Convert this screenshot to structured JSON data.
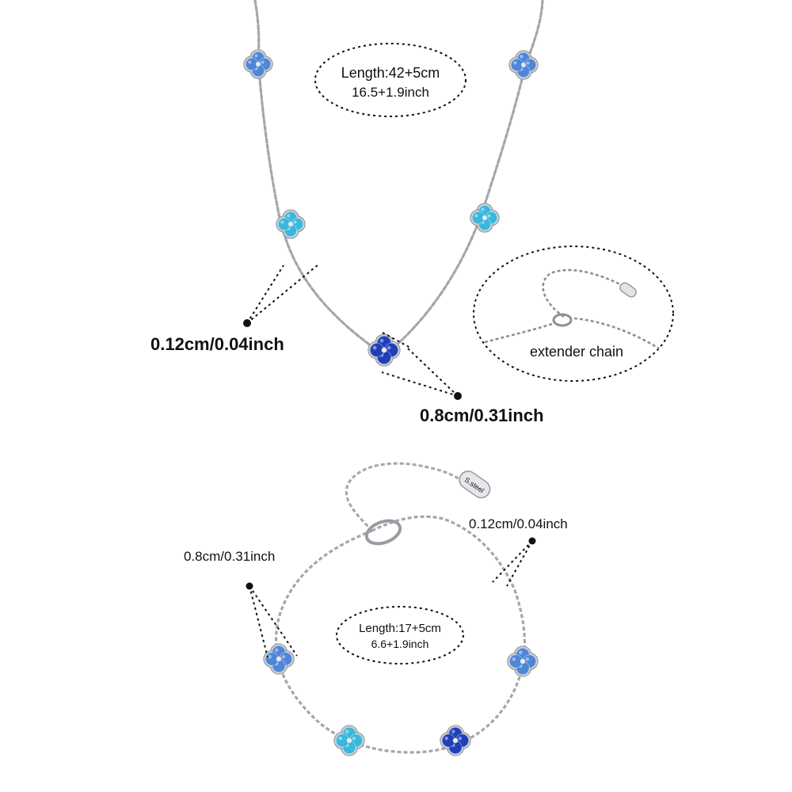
{
  "necklace": {
    "length_line1": "Length:42+5cm",
    "length_line2": "16.5+1.9inch",
    "chain_width_label": "0.12cm/0.04inch",
    "charm_size_label": "0.8cm/0.31inch",
    "extender_label": "extender chain"
  },
  "bracelet": {
    "length_line1": "Length:17+5cm",
    "length_line2": "6.6+1.9inch",
    "chain_width_label": "0.12cm/0.04inch",
    "charm_size_label": "0.8cm/0.31inch",
    "tag_text": "S.steel"
  },
  "colors": {
    "chain": "#9a9ca3",
    "light_blue": "#4f86d6",
    "aqua": "#3ab7dc",
    "royal_blue": "#1f3fb8",
    "bezel": "#c9ccd2"
  }
}
